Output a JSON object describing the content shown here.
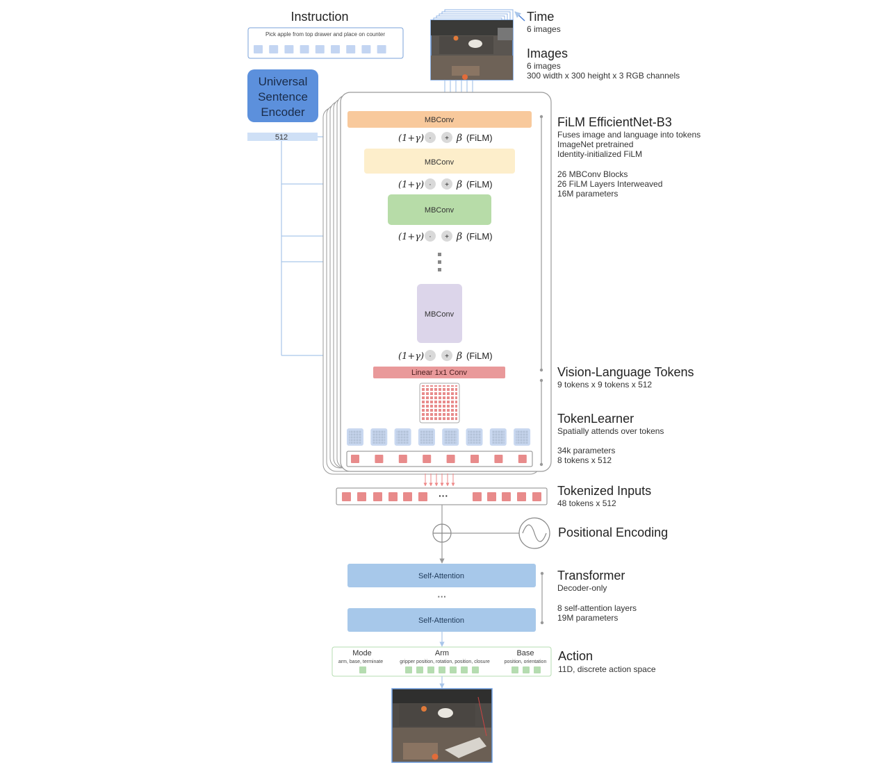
{
  "instruction": {
    "title": "Instruction",
    "text": "Pick apple from top drawer and place on counter"
  },
  "encoder": {
    "label_line1": "Universal",
    "label_line2": "Sentence",
    "label_line3": "Encoder",
    "dim": "512"
  },
  "time": {
    "title": "Time",
    "detail": "6 images"
  },
  "images": {
    "title": "Images",
    "detail1": "6 images",
    "detail2": "300 width x 300 height x 3 RGB channels"
  },
  "film": {
    "block_label": "MBConv",
    "film_text": "(FiLM)",
    "gamma_text": "(1+γ)",
    "beta_text": "β",
    "dot_symbol": "·",
    "plus_symbol": "+",
    "title": "FiLM EfficientNet-B3",
    "detail1": "Fuses image and language into tokens",
    "detail2": "ImageNet pretrained",
    "detail3": "Identity-initialized FiLM",
    "detail4": "26 MBConv Blocks",
    "detail5": "26 FiLM Layers Interweaved",
    "detail6": "16M parameters",
    "block_colors": [
      "#f8c99c",
      "#fdeecb",
      "#b7dca8",
      "#dcd5ea"
    ]
  },
  "linear": {
    "label": "Linear 1x1 Conv",
    "color": "#e9999a"
  },
  "vl_tokens": {
    "title": "Vision-Language Tokens",
    "detail": "9 tokens x 9 tokens x 512"
  },
  "tokenlearner": {
    "title": "TokenLearner",
    "detail1": "Spatially attends over tokens",
    "detail2": "34k parameters",
    "detail3": "8 tokens x 512"
  },
  "tokenized": {
    "title": "Tokenized Inputs",
    "detail": "48 tokens x 512",
    "ellipsis": "···"
  },
  "positional": {
    "title": "Positional Encoding"
  },
  "transformer": {
    "layer_label": "Self-Attention",
    "ellipsis": "···",
    "title": "Transformer",
    "detail1": "Decoder-only",
    "detail2": "8 self-attention layers",
    "detail3": "19M parameters"
  },
  "action": {
    "title": "Action",
    "detail": "11D, discrete action space",
    "mode_label": "Mode",
    "mode_detail": "arm, base, terminate",
    "arm_label": "Arm",
    "arm_detail": "gripper position, rotation, position, closure",
    "base_label": "Base",
    "base_detail": "position, orientation"
  }
}
